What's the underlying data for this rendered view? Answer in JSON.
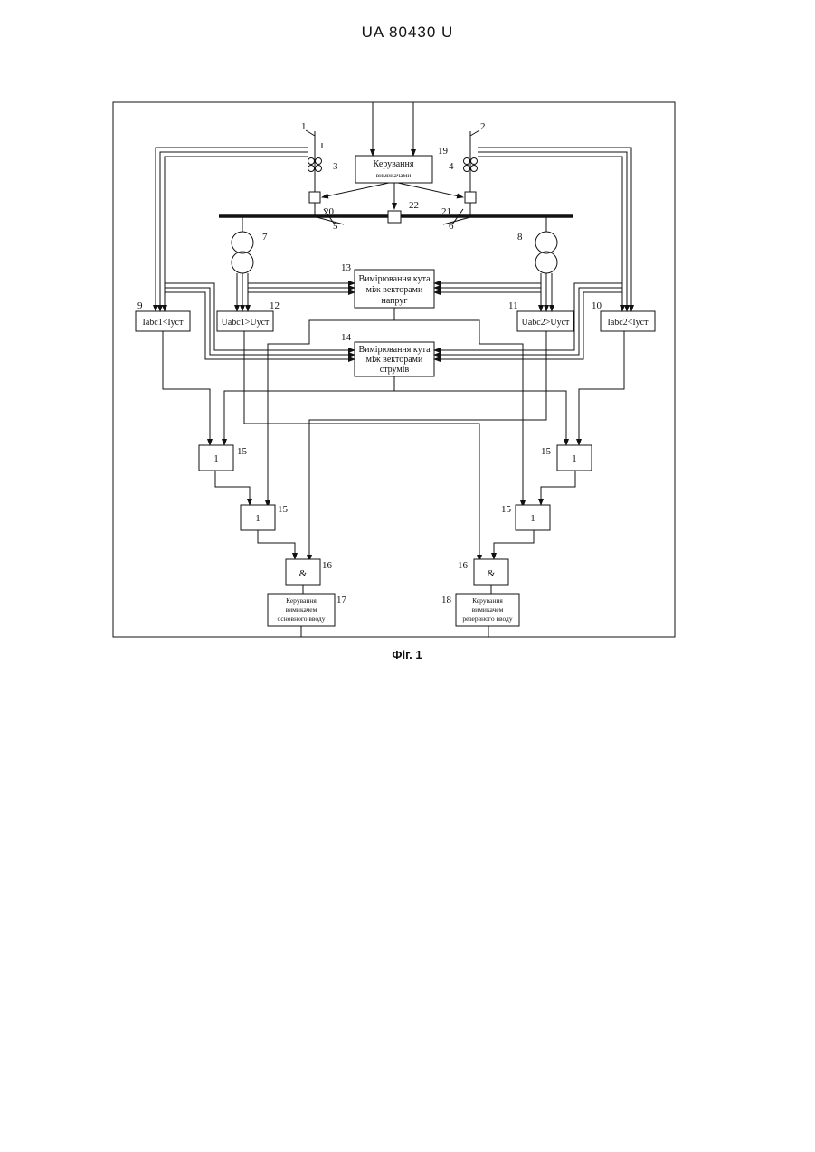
{
  "header": {
    "doc_id": "UA   80430   U"
  },
  "caption": "Фіг. 1",
  "blocks": {
    "b19_line1": "Керування",
    "b19_line2": "вимикачами",
    "b13_line1": "Вимірювання кута",
    "b13_line2": "між векторами",
    "b13_line3": "напруг",
    "b14_line1": "Вимірювання кута",
    "b14_line2": "між векторами",
    "b14_line3": "струмів",
    "b9": "Iabc1<Iуст",
    "b12": "Uabc1>Uуст",
    "b11": "Uabc2>Uуст",
    "b10": "Iabc2<Iуст",
    "or_symbol": "1",
    "and_symbol": "&",
    "b17_line1": "Керування",
    "b17_line2": "вимикачем",
    "b17_line3": "основного вводу",
    "b18_line1": "Керування",
    "b18_line2": "вимикачем",
    "b18_line3": "резервного вводу"
  },
  "refs": {
    "r1": "1",
    "r2": "2",
    "r3": "3",
    "r4": "4",
    "r5": "5",
    "r6": "6",
    "r7": "7",
    "r8": "8",
    "r9": "9",
    "r10": "10",
    "r11": "11",
    "r12": "12",
    "r13": "13",
    "r14": "14",
    "r15": "15",
    "r16": "16",
    "r17": "17",
    "r18": "18",
    "r19": "19",
    "r20": "20",
    "r21": "21",
    "r22": "22"
  }
}
